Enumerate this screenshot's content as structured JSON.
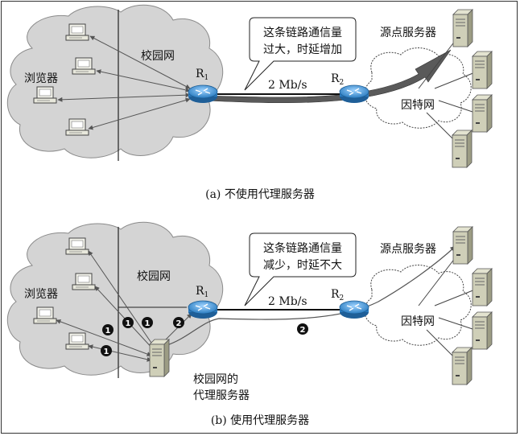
{
  "panel_a": {
    "caption": "(a) 不使用代理服务器",
    "browser_label": "浏览器",
    "campus_label": "校园网",
    "r1_label": "R",
    "r1_sub": "1",
    "r2_label": "R",
    "r2_sub": "2",
    "link_label": "2 Mb/s",
    "callout_line1": "这条链路通信量",
    "callout_line2": "过大，时延增加",
    "origin_label": "源点服务器",
    "internet_label": "因特网"
  },
  "panel_b": {
    "caption": "(b) 使用代理服务器",
    "browser_label": "浏览器",
    "campus_label": "校园网",
    "r1_label": "R",
    "r1_sub": "1",
    "r2_label": "R",
    "r2_sub": "2",
    "link_label": "2 Mb/s",
    "callout_line1": "这条链路通信量",
    "callout_line2": "减少，时延不大",
    "origin_label": "源点服务器",
    "internet_label": "因特网",
    "proxy_line1": "校园网的",
    "proxy_line2": "代理服务器",
    "marker_1": "1",
    "marker_2": "2"
  },
  "colors": {
    "campus_cloud": "#d4d4d4",
    "router": "#3a8fd0",
    "server_body": "#c9c9b4",
    "line": "#555555"
  }
}
